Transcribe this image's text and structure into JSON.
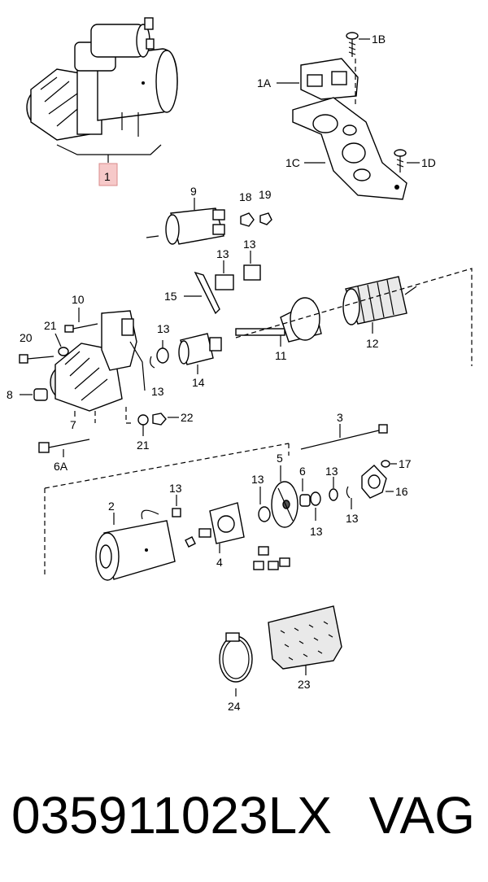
{
  "diagram": {
    "highlight_label": "1",
    "labels": {
      "l1B": "1B",
      "l1A": "1A",
      "l1C": "1C",
      "l1D": "1D",
      "l9": "9",
      "l18": "18",
      "l19": "19",
      "l13a": "13",
      "l13b": "13",
      "l13c": "13",
      "l13d": "13",
      "l13e": "13",
      "l13f": "13",
      "l13g": "13",
      "l13h": "13",
      "l13i": "13",
      "l15": "15",
      "l10": "10",
      "l11": "11",
      "l12": "12",
      "l14": "14",
      "l21a": "21",
      "l21b": "21",
      "l20": "20",
      "l8": "8",
      "l7": "7",
      "l22": "22",
      "l6A": "6A",
      "l3": "3",
      "l5": "5",
      "l6": "6",
      "l17": "17",
      "l16": "16",
      "l2": "2",
      "l4": "4",
      "l23": "23",
      "l24": "24"
    }
  },
  "footer": {
    "part_number": "035911023LX",
    "brand": "VAG"
  }
}
